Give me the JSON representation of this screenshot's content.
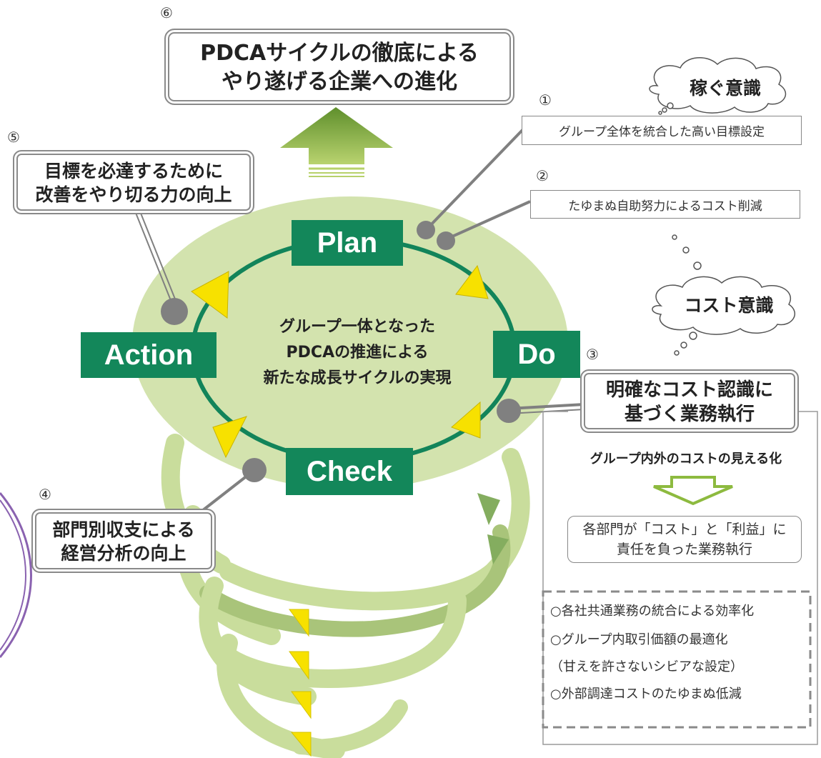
{
  "goal": {
    "number": "⑥",
    "lines": [
      "PDCAサイクルの徹底による",
      "やり遂げる企業への進化"
    ]
  },
  "thoughts": {
    "earning": "稼ぐ意識",
    "cost": "コスト意識"
  },
  "steps": {
    "s1": {
      "number": "①",
      "text": "グループ全体を統合した高い目標設定"
    },
    "s2": {
      "number": "②",
      "text": "たゆまぬ自助努力によるコスト削減"
    },
    "s3": {
      "number": "③",
      "lines": [
        "明確なコスト認識に",
        "基づく業務執行"
      ]
    },
    "s4": {
      "number": "④",
      "lines": [
        "部門別収支による",
        "経営分析の向上"
      ]
    },
    "s5": {
      "number": "⑤",
      "lines": [
        "目標を必達するために",
        "改善をやり切る力の向上"
      ]
    }
  },
  "phases": {
    "plan": "Plan",
    "do": "Do",
    "check": "Check",
    "action": "Action"
  },
  "center": {
    "lines": [
      "グループ一体となった",
      "PDCAの推進による",
      "新たな成長サイクルの実現"
    ]
  },
  "detail": {
    "heading": "グループ内外のコストの見える化",
    "responsibility": [
      "各部門が「コスト」と「利益」に",
      "責任を負った業務執行"
    ],
    "measures": [
      "○各社共通業務の統合による効率化",
      "○グループ内取引価額の最適化",
      "（甘えを許さないシビアな設定）",
      "○外部調達コストのたゆまぬ低減"
    ]
  },
  "colors": {
    "phase_green": "#13875a",
    "cycle_green": "#12845a",
    "ellipse_fill": "#d3e3ae",
    "spiral_light": "#c9dd9c",
    "arrow_yellow": "#f7e100",
    "connector_gray": "#808080",
    "purple_arc": "#8a62b0"
  }
}
